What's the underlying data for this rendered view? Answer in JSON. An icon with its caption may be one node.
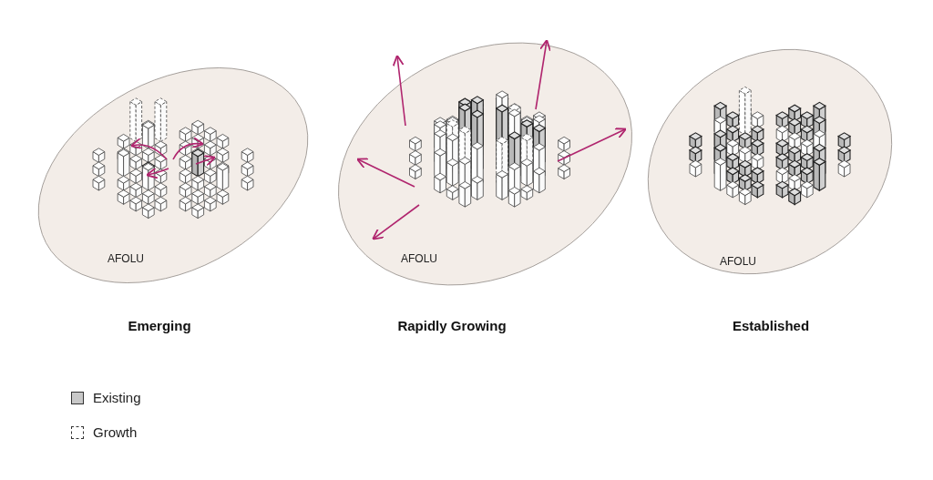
{
  "diagram": {
    "nodes": [
      {
        "text": [
          "AFOLU"
        ],
        "beside": [
          "Emerging"
        ]
      },
      {
        "text": [
          "AFOLU"
        ],
        "beside": [
          "Rapidly Growing"
        ]
      },
      {
        "text": [
          "AFOLU"
        ],
        "beside": [
          "Established"
        ]
      }
    ],
    "legend": [
      {
        "text": "Existing",
        "color": "#c8c8c8"
      },
      {
        "text": "Growth"
      }
    ]
  }
}
